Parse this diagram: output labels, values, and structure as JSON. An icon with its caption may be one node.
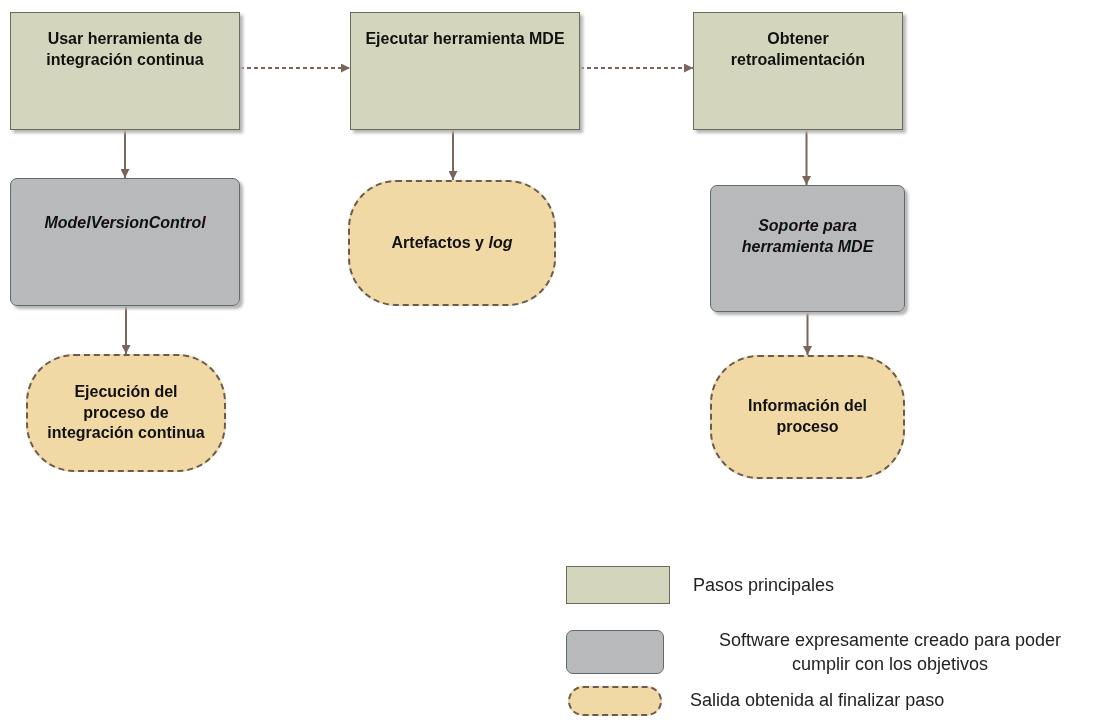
{
  "diagram": {
    "nodes": [
      {
        "text": [
          "Usar herramienta de integración continua"
        ]
      },
      {
        "text": [
          "Ejecutar herramienta MDE"
        ]
      },
      {
        "text": [
          "Obtener retroalimentación"
        ]
      },
      {
        "text": [
          "ModelVersionControl"
        ]
      },
      {
        "text": [
          "Ejecución del proceso de integración continua"
        ]
      },
      {
        "text": [
          "Artefactos y *log*"
        ]
      },
      {
        "text": [
          "Soporte para herramienta MDE"
        ]
      },
      {
        "text": [
          "Información del proceso"
        ]
      }
    ],
    "edges": [
      {
        "from": 0,
        "to": 1,
        "arrow": "to",
        "style": "dashed"
      },
      {
        "from": 1,
        "to": 2,
        "arrow": "to",
        "style": "dashed"
      },
      {
        "from": 0,
        "to": 3,
        "arrow": "to"
      },
      {
        "from": 3,
        "to": 4,
        "arrow": "to"
      },
      {
        "from": 1,
        "to": 5,
        "arrow": "to"
      },
      {
        "from": 2,
        "to": 6,
        "arrow": "to"
      },
      {
        "from": 6,
        "to": 7,
        "arrow": "to"
      }
    ],
    "legend": [
      {
        "text": "Pasos principales",
        "color": "#d3d6bd"
      },
      {
        "text": "Software expresamente creado para poder cumplir con los objetivos"
      },
      {
        "text": "Salida obtenida al finalizar paso"
      }
    ]
  }
}
